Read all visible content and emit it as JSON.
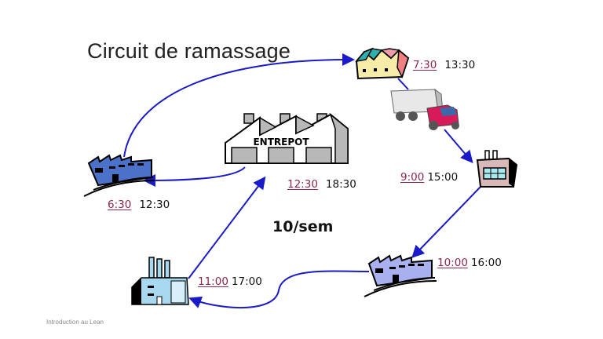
{
  "slide": {
    "title": "Circuit de ramassage",
    "footer": "Introduction au Lean",
    "frequency": "10/sem"
  },
  "depot": {
    "label": "ENTREPOT",
    "arrival": "12:30",
    "departure": "18:30"
  },
  "stops": [
    {
      "id": "supplier-1",
      "arrival": "6:30",
      "departure": "12:30"
    },
    {
      "id": "supplier-2",
      "arrival": "7:30",
      "departure": "13:30"
    },
    {
      "id": "supplier-3",
      "arrival": "9:00",
      "departure": "15:00"
    },
    {
      "id": "supplier-4",
      "arrival": "10:00",
      "departure": "16:00"
    },
    {
      "id": "supplier-5",
      "arrival": "11:00",
      "departure": "17:00"
    }
  ],
  "colors": {
    "route": "#1a1ac8",
    "arrival_time": "#8b2650",
    "depot_fill": "#c0c0c0"
  }
}
